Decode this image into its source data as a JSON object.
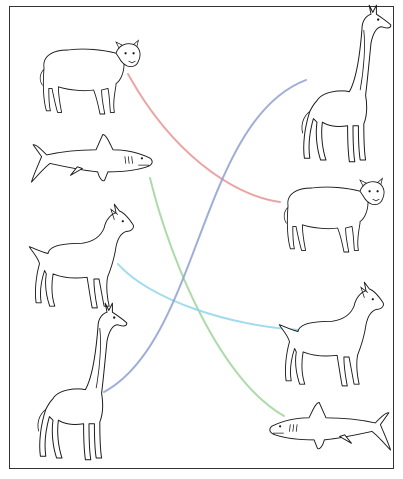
{
  "worksheet": {
    "left_column": [
      {
        "animal": "sheep",
        "icon": "sheep-icon"
      },
      {
        "animal": "shark",
        "icon": "shark-icon"
      },
      {
        "animal": "dog",
        "icon": "dog-icon"
      },
      {
        "animal": "giraffe",
        "icon": "giraffe-icon"
      }
    ],
    "right_column": [
      {
        "animal": "giraffe",
        "icon": "giraffe-icon"
      },
      {
        "animal": "sheep",
        "icon": "sheep-icon"
      },
      {
        "animal": "dog",
        "icon": "dog-icon"
      },
      {
        "animal": "shark",
        "icon": "shark-icon"
      }
    ],
    "connections": [
      {
        "from": "sheep",
        "to": "sheep",
        "color": "#e99393"
      },
      {
        "from": "shark",
        "to": "shark",
        "color": "#9fd39a"
      },
      {
        "from": "dog",
        "to": "dog",
        "color": "#8fd6ea"
      },
      {
        "from": "giraffe",
        "to": "giraffe",
        "color": "#8f9fd2"
      }
    ]
  }
}
